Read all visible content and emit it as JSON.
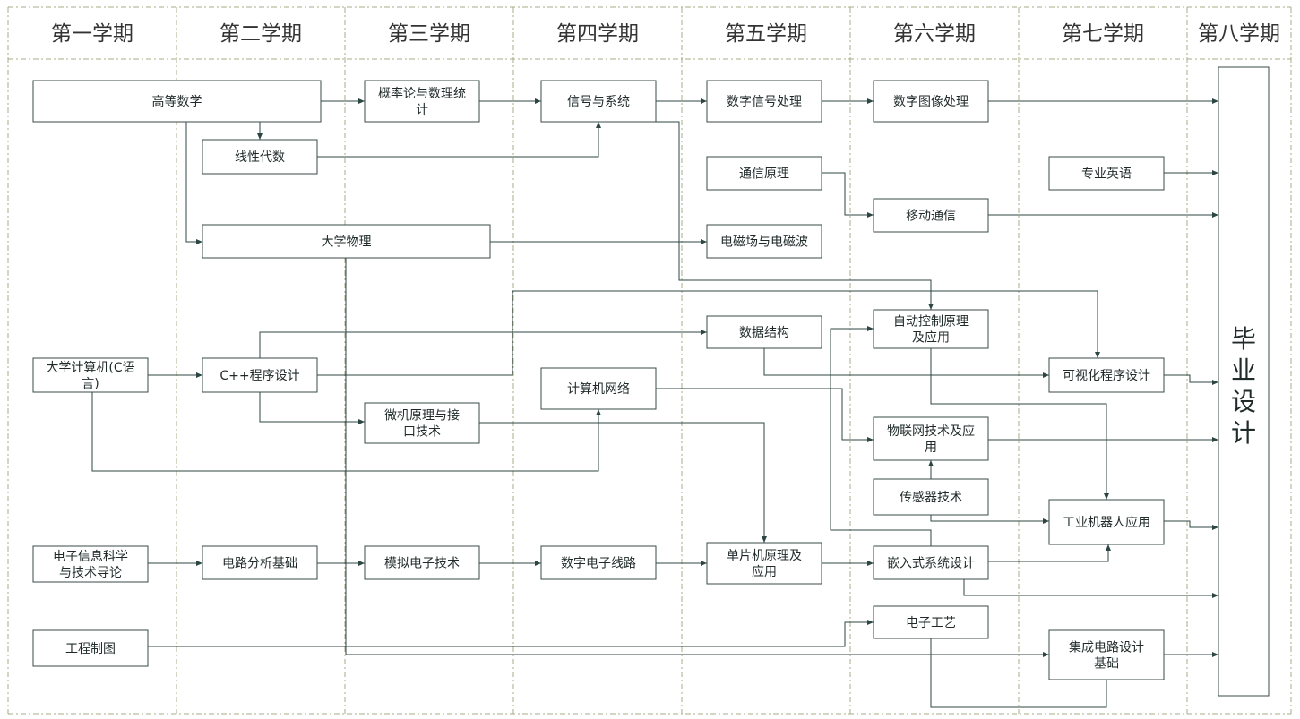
{
  "semesters": [
    "第一学期",
    "第二学期",
    "第三学期",
    "第四学期",
    "第五学期",
    "第六学期",
    "第七学期",
    "第八学期"
  ],
  "courses": {
    "gaodeng": "高等数学",
    "gailv": "概率论与数理统计",
    "xinhao": "信号与系统",
    "shuzixinhao": "数字信号处理",
    "tuxiang": "数字图像处理",
    "xianxing": "线性代数",
    "tongxin": "通信原理",
    "yidong": "移动通信",
    "yingyu": "专业英语",
    "wuli": "大学物理",
    "dianci": "电磁场与电磁波",
    "shuju": "数据结构",
    "zidong": "自动控制原理及应用",
    "cyuyan": "大学计算机(C语言)",
    "cpp": "C++程序设计",
    "keshihua": "可视化程序设计",
    "wangluo": "计算机网络",
    "weiji": "微机原理与接口技术",
    "wulianwang": "物联网技术及应用",
    "chuanganqi": "传感器技术",
    "jiqiren": "工业机器人应用",
    "daolun": "电子信息科学与技术导论",
    "dianlu": "电路分析基础",
    "moni": "模拟电子技术",
    "shuzidianzi": "数字电子线路",
    "danpianji": "单片机原理及应用",
    "qianrushi": "嵌入式系统设计",
    "zhitu": "工程制图",
    "gongyi": "电子工艺",
    "jicheng": "集成电路设计基础"
  },
  "graduation": {
    "label": "毕业设计",
    "chars": [
      "毕",
      "业",
      "设",
      "计"
    ]
  },
  "colors": {
    "column_divider": "#a9ab85",
    "edge": "#2c4743",
    "box_border": "#3a4a48"
  }
}
